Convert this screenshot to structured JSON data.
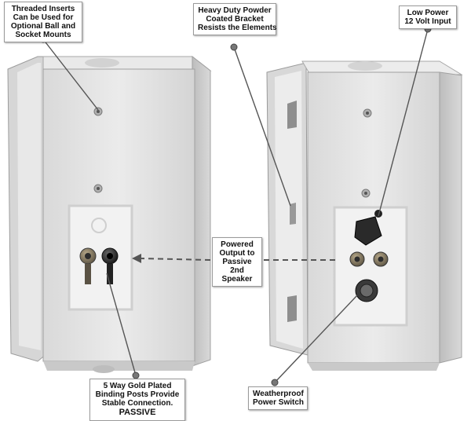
{
  "callouts": {
    "threaded_inserts": {
      "lines": [
        "Threaded Inserts",
        "Can be Used for",
        "Optional Ball and",
        "Socket Mounts"
      ]
    },
    "powder_bracket": {
      "lines": [
        "Heavy Duty Powder",
        "Coated Bracket",
        "Resists the Elements"
      ]
    },
    "low_power": {
      "lines": [
        "Low Power",
        "12 Volt Input"
      ]
    },
    "powered_output": {
      "lines": [
        "Powered",
        "Output to",
        "Passive",
        "2nd",
        "Speaker"
      ]
    },
    "binding_posts": {
      "lines": [
        "5 Way Gold Plated",
        "Binding Posts Provide",
        "Stable Connection."
      ],
      "emphasis": "PASSIVE"
    },
    "power_switch": {
      "lines": [
        "Weatherproof",
        "Power Switch"
      ]
    }
  },
  "colors": {
    "speaker_body": "#e4e4e4",
    "panel": "#f1f1f1",
    "leader_line": "#555555",
    "pin": "#777777"
  },
  "icons": [
    "binding-post-icon",
    "weatherproof-cap-icon",
    "power-switch-icon",
    "threaded-insert-icon"
  ]
}
